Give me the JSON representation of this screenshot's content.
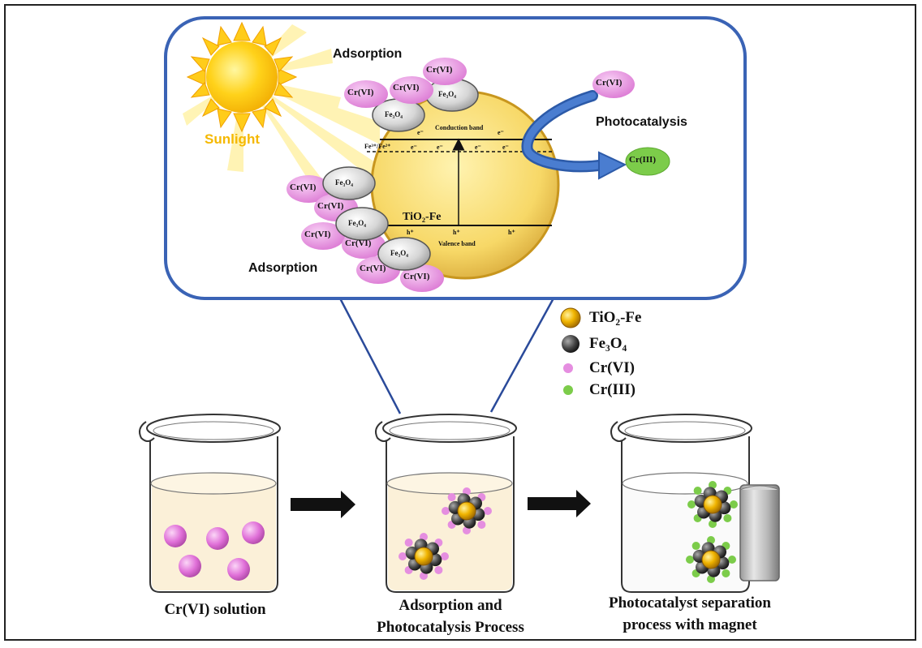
{
  "diagram": {
    "sunlight_label": "Sunlight",
    "adsorption_top": "Adsorption",
    "adsorption_bottom": "Adsorption",
    "photocatalysis": "Photocatalysis",
    "conduction_band": "Conduction band",
    "valence_band": "Valence band",
    "fe_couple": "Fe³⁺/Fe²⁺",
    "tio2fe_center": "TiO₂-Fe",
    "electron": "e⁻",
    "hole": "h⁺",
    "cr6": "Cr(VI)",
    "cr3": "Cr(III)",
    "fe3o4": "Fe₃O₄"
  },
  "legend": {
    "items": [
      {
        "label": "TiO₂-Fe",
        "color": "#e6a800"
      },
      {
        "label": "Fe₃O₄",
        "color": "#444444"
      },
      {
        "label": "Cr(VI)",
        "color": "#e58ee0"
      },
      {
        "label": "Cr(III)",
        "color": "#7ccc4a"
      }
    ]
  },
  "beakers": {
    "left_caption": "Cr(VI) solution",
    "middle_caption_1": "Adsorption and",
    "middle_caption_2": "Photocatalysis Process",
    "right_caption_1": "Photocatalyst separation",
    "right_caption_2": "process with magnet"
  },
  "colors": {
    "panel_border": "#3a63b5",
    "sun": "#ffd21a",
    "sunlight_text": "#f5b800",
    "particle_core": "#f7dc6a",
    "cr6": "#e58ee0",
    "cr3": "#7ccc4a",
    "arrow_blue": "#3a6cc4",
    "solution": "#fbf0d8"
  }
}
